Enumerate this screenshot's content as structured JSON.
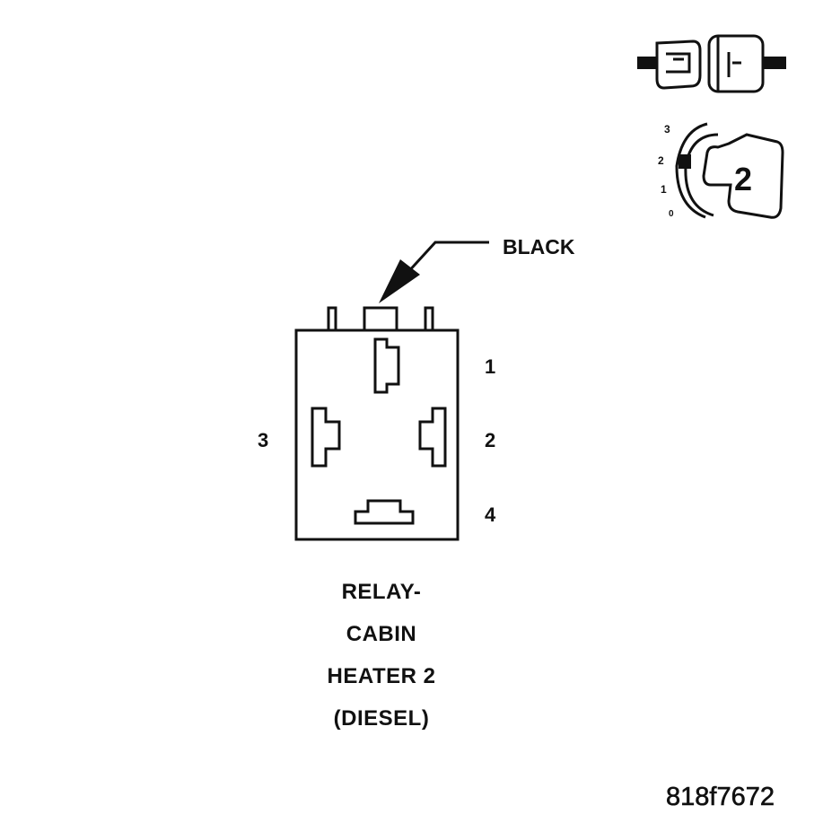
{
  "connector": {
    "color_label": "BLACK",
    "pins": {
      "pin1": "1",
      "pin2": "2",
      "pin3": "3",
      "pin4": "4"
    },
    "title_lines": [
      "RELAY-",
      "CABIN",
      "HEATER 2",
      "(DIESEL)"
    ]
  },
  "key_icon": {
    "positions": [
      "3",
      "2",
      "1",
      "0"
    ],
    "selected": "2"
  },
  "figure_id": "818f7672",
  "colors": {
    "ink": "#111111",
    "background": "#ffffff"
  }
}
